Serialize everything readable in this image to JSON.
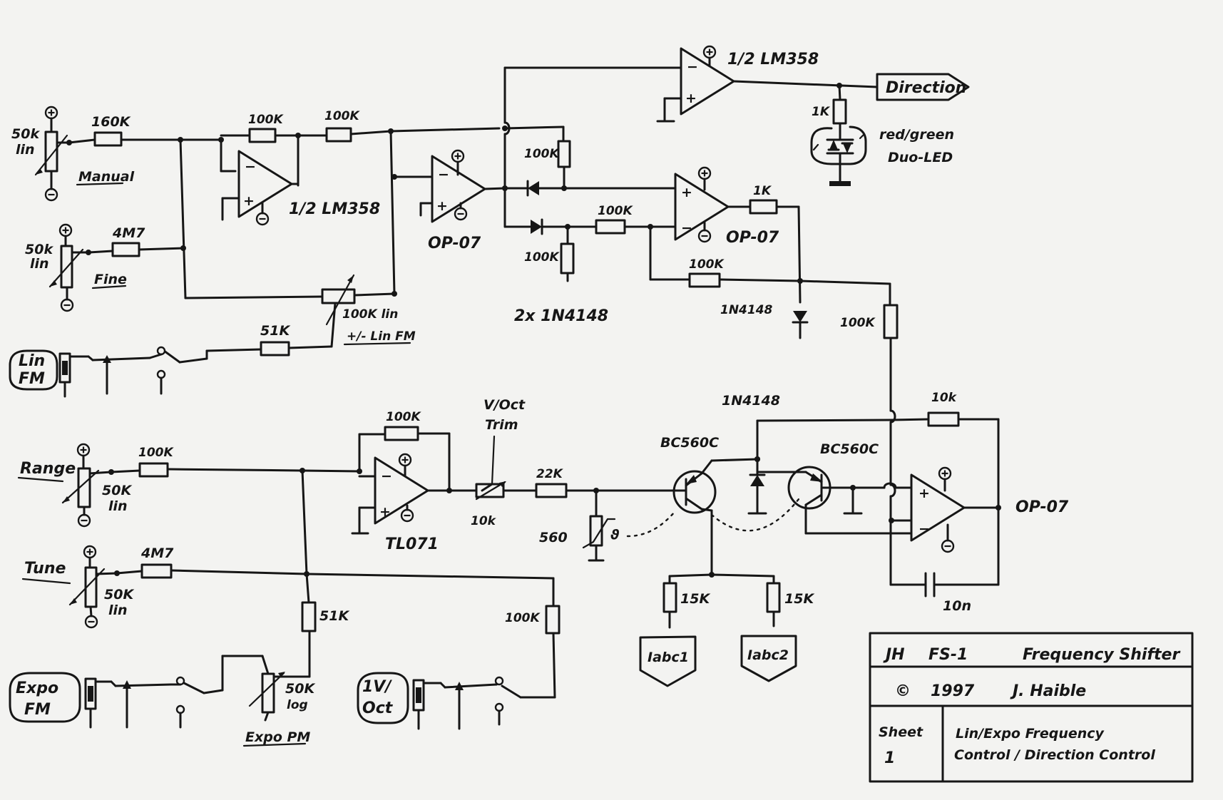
{
  "labels": {
    "pot_manual_value": "50k",
    "pot_manual_taper": "lin",
    "manual": "Manual",
    "r160k": "160K",
    "r100k_fb1": "100K",
    "r100k_in1": "100K",
    "opamp1": "1/2 LM358",
    "pot_fine_value": "50k",
    "pot_fine_taper": "lin",
    "fine": "Fine",
    "r4m7_fine": "4M7",
    "linfm_pot": "100K lin",
    "linfm_pot_name": "+/- Lin FM",
    "r51k_lin": "51K",
    "lin_fm_jack_1": "Lin",
    "lin_fm_jack_2": "FM",
    "opamp2": "OP-07",
    "r100k_a": "100K",
    "r100k_b": "100K",
    "r100k_c": "100K",
    "diodes_pair": "2x 1N4148",
    "opamp_dir": "1/2 LM358",
    "direction": "Direction",
    "r1k_led": "1K",
    "led_1": "red/green",
    "led_2": "Duo-LED",
    "opamp3": "OP-07",
    "r1k_out": "1K",
    "r100k_fb3": "100K",
    "d_1n4148_a": "1N4148",
    "r100k_d": "100K",
    "range": "Range",
    "pot_range_value": "50K",
    "pot_range_taper": "lin",
    "r100k_range": "100K",
    "r100k_fb_tl": "100K",
    "tl071": "TL071",
    "voct_trim_1": "V/Oct",
    "voct_trim_2": "Trim",
    "trim_value": "10k",
    "r22k": "22K",
    "r560": "560",
    "ptc_sym": "ϑ",
    "q1": "BC560C",
    "q2": "BC560C",
    "d_1n4148_b": "1N4148",
    "r10k": "10k",
    "opamp4": "OP-07",
    "c10n": "10n",
    "r15k_1": "15K",
    "r15k_2": "15K",
    "iabc1": "Iabc1",
    "iabc2": "Iabc2",
    "tune": "Tune",
    "pot_tune_value": "50K",
    "pot_tune_taper": "lin",
    "r4m7_tune": "4M7",
    "r51k_expo": "51K",
    "r100k_voct": "100K",
    "expo_fm_jack_1": "Expo",
    "expo_fm_jack_2": "FM",
    "pot_expo_value": "50K",
    "pot_expo_taper": "log",
    "expo_pm": "Expo PM",
    "voct_jack_1": "1V/",
    "voct_jack_2": "Oct",
    "plus": "+",
    "minus": "−"
  },
  "titleblock": {
    "project_id": "JH",
    "project_code": "FS-1",
    "project_name": "Frequency Shifter",
    "copyright_symbol": "©",
    "year": "1997",
    "author": "J. Haible",
    "sheet_label": "Sheet",
    "sheet_number": "1",
    "sheet_title_1": "Lin/Expo Frequency",
    "sheet_title_2": "Control / Direction Control"
  }
}
